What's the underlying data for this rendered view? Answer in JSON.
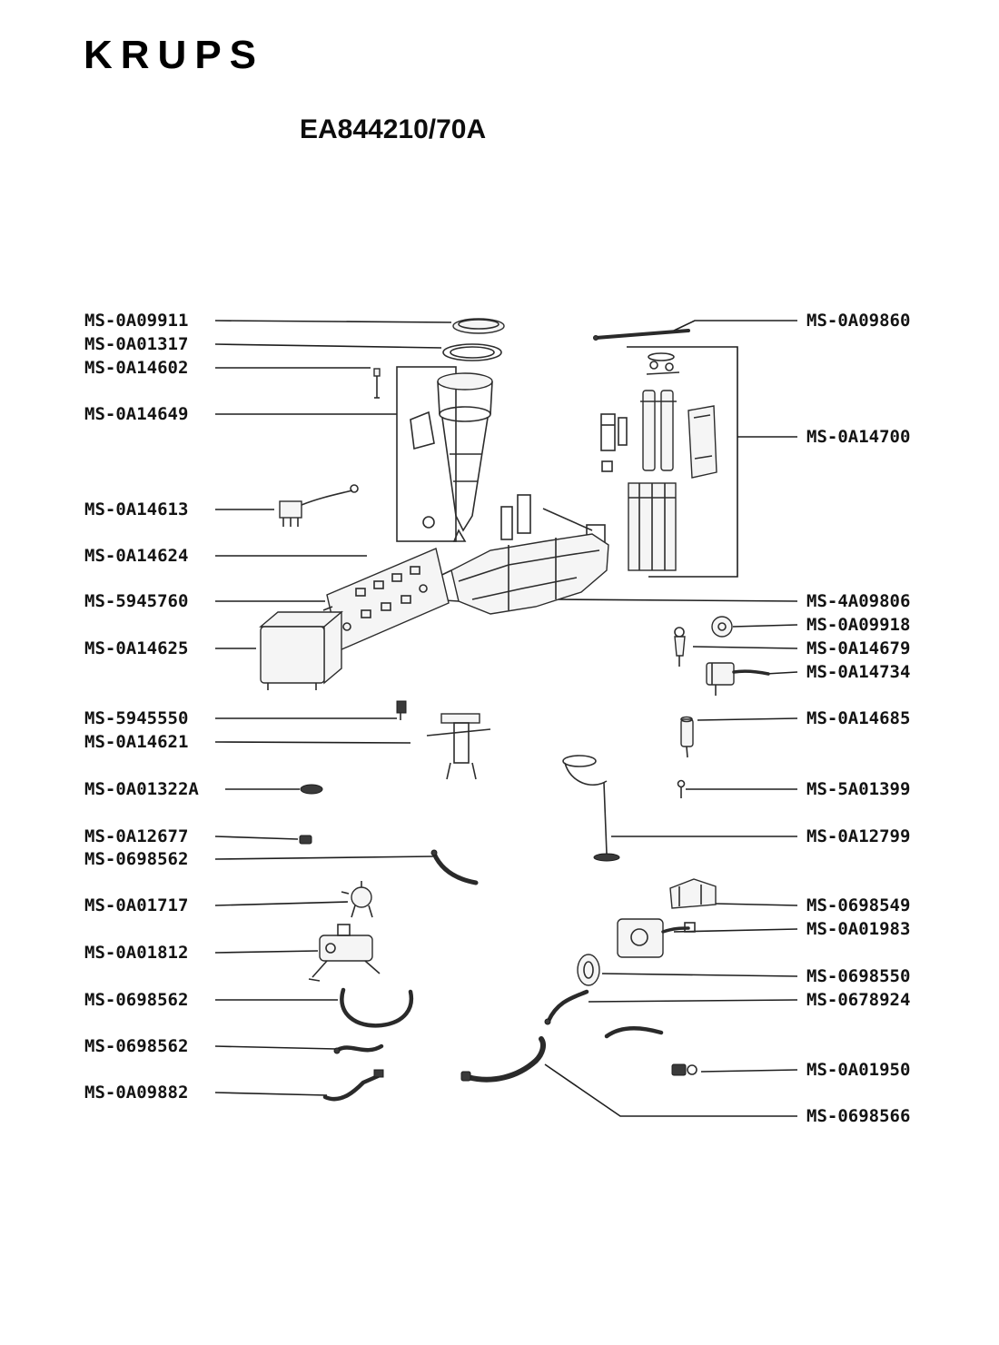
{
  "header": {
    "brand": "KRUPS",
    "model": "EA844210/70A"
  },
  "parts": {
    "left": [
      "MS-0A09911",
      "MS-0A01317",
      "MS-0A14602",
      "MS-0A14649",
      "MS-0A14613",
      "MS-0A14624",
      "MS-5945760",
      "MS-0A14625",
      "MS-5945550",
      "MS-0A14621",
      "MS-0A01322A",
      "MS-0A12677",
      "MS-0698562",
      "MS-0A01717",
      "MS-0A01812",
      "MS-0698562",
      "MS-0698562",
      "MS-0A09882"
    ],
    "right": [
      "MS-0A09860",
      "MS-0A14700",
      "MS-4A09806",
      "MS-0A09918",
      "MS-0A14679",
      "MS-0A14734",
      "MS-0A14685",
      "MS-5A01399",
      "MS-0A12799",
      "MS-0698549",
      "MS-0A01983",
      "MS-0698550",
      "MS-0678924",
      "MS-0A01950",
      "MS-0698566"
    ]
  }
}
